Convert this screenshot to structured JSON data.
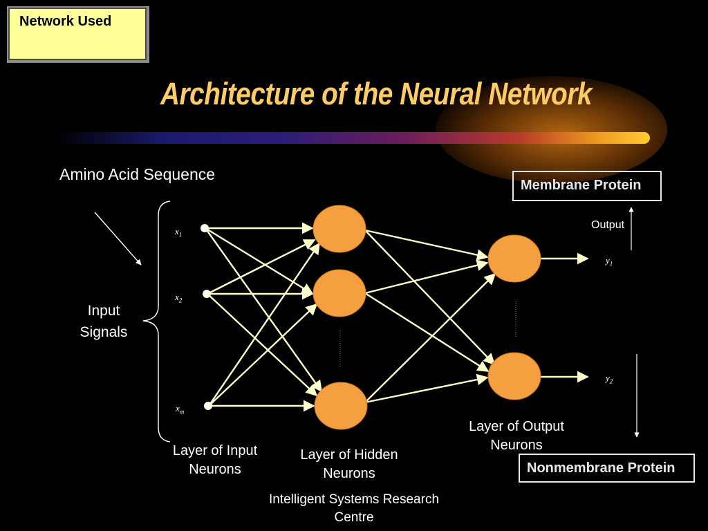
{
  "tag": {
    "text": "Network Used"
  },
  "title": "Architecture of  the Neural Network",
  "labels": {
    "amino_acid": "Amino Acid Sequence",
    "input_signals": [
      "Input",
      "Signals"
    ],
    "output": "Output",
    "input_layer": [
      "Layer of Input",
      "Neurons"
    ],
    "hidden_layer": [
      "Layer of Hidden",
      "Neurons"
    ],
    "output_layer": [
      "Layer of Output",
      "Neurons"
    ],
    "footer": [
      "Intelligent Systems Research",
      "Centre"
    ]
  },
  "boxes": {
    "membrane": "Membrane Protein",
    "nonmembrane": "Nonmembrane Protein"
  },
  "variables": {
    "x1": {
      "base": "x",
      "sub": "1"
    },
    "x2": {
      "base": "x",
      "sub": "2"
    },
    "xm": {
      "base": "x",
      "sub": "m"
    },
    "y1": {
      "base": "y",
      "sub": "1"
    },
    "y2": {
      "base": "y",
      "sub": "2"
    }
  },
  "colors": {
    "neuron": "#f5a040",
    "connection": "#ffffcc",
    "title": "#ffcc66",
    "tag_bg": "#ffff99"
  }
}
